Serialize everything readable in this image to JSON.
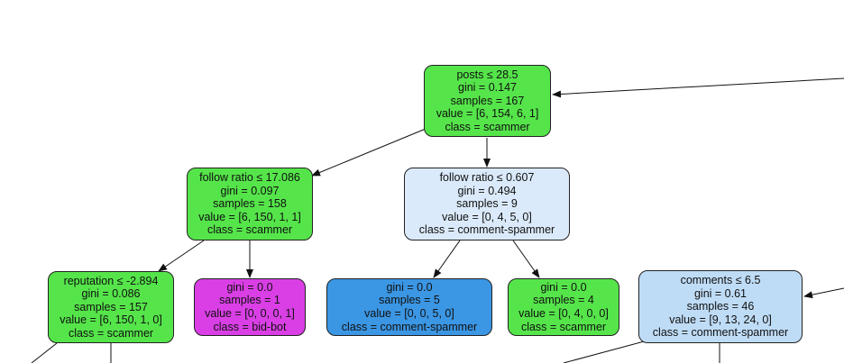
{
  "colors": {
    "scammer": "#55e54a",
    "comment_spammer_light": "#dbeafa",
    "comment_spammer_medium": "#bfdcf6",
    "comment_spammer_strong": "#3b96e4",
    "bid_bot": "#d93fe5",
    "edge": "#111111"
  },
  "nodes": {
    "root": {
      "lines": [
        "posts ≤ 28.5",
        "gini = 0.147",
        "samples = 167",
        "value = [6, 154, 6, 1]",
        "class = scammer"
      ]
    },
    "follow_ratio_17": {
      "lines": [
        "follow ratio ≤ 17.086",
        "gini = 0.097",
        "samples = 158",
        "value = [6, 150, 1, 1]",
        "class = scammer"
      ]
    },
    "follow_ratio_0607": {
      "lines": [
        "follow ratio ≤ 0.607",
        "gini = 0.494",
        "samples = 9",
        "value = [0, 4, 5, 0]",
        "class = comment-spammer"
      ]
    },
    "reputation": {
      "lines": [
        "reputation ≤ -2.894",
        "gini = 0.086",
        "samples = 157",
        "value = [6, 150, 1, 0]",
        "class = scammer"
      ]
    },
    "leaf_bid_bot": {
      "lines": [
        "gini = 0.0",
        "samples = 1",
        "value = [0, 0, 0, 1]",
        "class = bid-bot"
      ]
    },
    "leaf_comment_spammer": {
      "lines": [
        "gini = 0.0",
        "samples = 5",
        "value = [0, 0, 5, 0]",
        "class = comment-spammer"
      ]
    },
    "leaf_scammer": {
      "lines": [
        "gini = 0.0",
        "samples = 4",
        "value = [0, 4, 0, 0]",
        "class = scammer"
      ]
    },
    "comments": {
      "lines": [
        "comments ≤ 6.5",
        "gini = 0.61",
        "samples = 46",
        "value = [9, 13, 24, 0]",
        "class = comment-spammer"
      ]
    }
  }
}
